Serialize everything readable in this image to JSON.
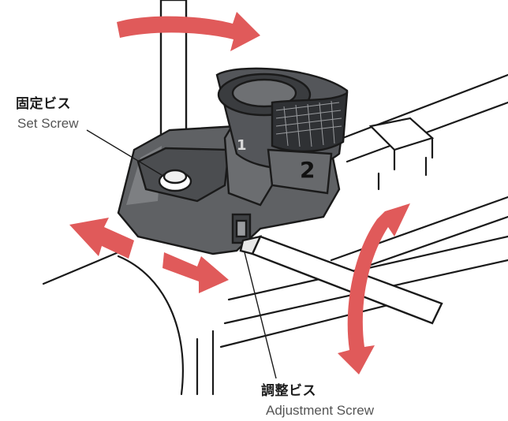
{
  "labels": {
    "set_screw_jp": "固定ビス",
    "set_screw_en": "Set Screw",
    "adjustment_screw_jp": "調整ビス",
    "adjustment_screw_en": "Adjustment Screw",
    "dial_number_main": "2",
    "dial_number_small": "1"
  },
  "colors": {
    "arrow": "#e05a5a",
    "mount_body": "#5f6164",
    "mount_light": "#7d7f82",
    "line": "#1a1a1a"
  }
}
